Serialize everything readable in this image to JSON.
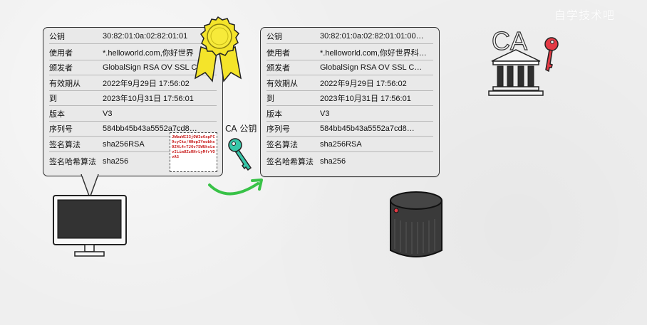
{
  "watermark": "自学技术吧",
  "ca_label": "CA 公钥",
  "bank_label": "CA",
  "signature_text": "JWbuWI33jOWIo6xpFC9cyCkz/HHop3Yeobhs0Z4L4+TJ6v7SWUhsLevILimUZzRHrLyMfrYOvAS",
  "colors": {
    "key_teal": "#37c6a8",
    "key_red": "#e33a45",
    "arrow": "#38c247",
    "badge": "#f4e42a",
    "signature": "#c81d1d"
  },
  "left_cert": {
    "rows": [
      {
        "key": "公钥",
        "value": "30:82:01:0a:02:82:01:01"
      },
      {
        "key": "使用者",
        "value": "*.helloworld.com,你好世界"
      },
      {
        "key": "颁发者",
        "value": "GlobalSign RSA OV SSL C"
      },
      {
        "key": "有效期从",
        "value": "2022年9月29日 17:56:02"
      },
      {
        "key": "到",
        "value": "2023年10月31日 17:56:01"
      },
      {
        "key": "版本",
        "value": "V3"
      },
      {
        "key": "序列号",
        "value": "584bb45b43a5552a7cd8…"
      },
      {
        "key": "签名算法",
        "value": "sha256RSA"
      },
      {
        "key": "签名哈希算法",
        "value": "sha256"
      }
    ]
  },
  "right_cert": {
    "rows": [
      {
        "key": "公钥",
        "value": "30:82:01:0a:02:82:01:01:00…"
      },
      {
        "key": "使用者",
        "value": "*.helloworld.com,你好世界科…"
      },
      {
        "key": "颁发者",
        "value": "GlobalSign RSA OV SSL C…"
      },
      {
        "key": "有效期从",
        "value": "2022年9月29日 17:56:02"
      },
      {
        "key": "到",
        "value": "2023年10月31日 17:56:01"
      },
      {
        "key": "版本",
        "value": "V3"
      },
      {
        "key": "序列号",
        "value": "584bb45b43a5552a7cd8…"
      },
      {
        "key": "签名算法",
        "value": "sha256RSA"
      },
      {
        "key": "签名哈希算法",
        "value": "sha256"
      }
    ]
  }
}
